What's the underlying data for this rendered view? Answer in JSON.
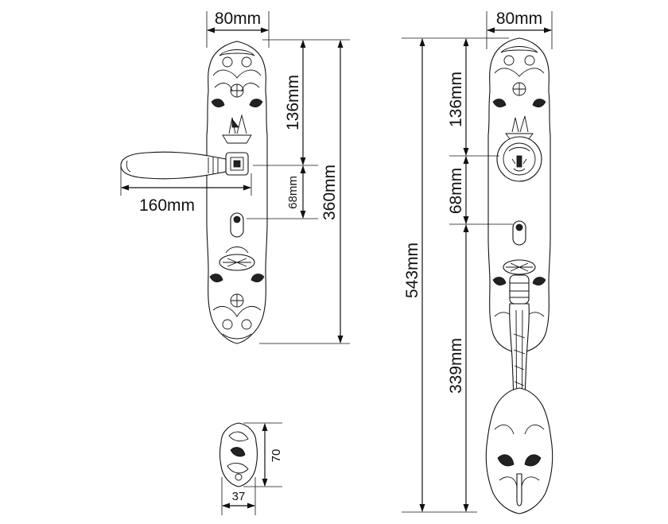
{
  "dimensions": {
    "left_width": "80mm",
    "left_handle_length": "160mm",
    "left_top_to_handle": "136mm",
    "left_handle_to_cylinder": "68mm",
    "left_total_height": "360mm",
    "right_width": "80mm",
    "right_top_to_knob": "136mm",
    "right_knob_to_cylinder": "68mm",
    "right_total_height": "543mm",
    "right_lower_section": "339mm",
    "rosette_height": "70",
    "rosette_width": "37"
  }
}
